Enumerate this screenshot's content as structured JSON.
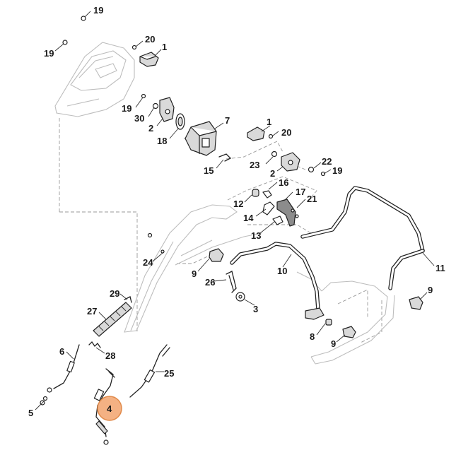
{
  "diagram": {
    "highlight_color": "#f4b183",
    "highlight_stroke": "#e08a4a",
    "callouts": [
      {
        "id": "c19a",
        "text": "19"
      },
      {
        "id": "c20a",
        "text": "20"
      },
      {
        "id": "c1a",
        "text": "1"
      },
      {
        "id": "c19b",
        "text": "19"
      },
      {
        "id": "c19c",
        "text": "19"
      },
      {
        "id": "c30",
        "text": "30"
      },
      {
        "id": "c2a",
        "text": "2"
      },
      {
        "id": "c18",
        "text": "18"
      },
      {
        "id": "c7",
        "text": "7"
      },
      {
        "id": "c15",
        "text": "15"
      },
      {
        "id": "c1b",
        "text": "1"
      },
      {
        "id": "c20b",
        "text": "20"
      },
      {
        "id": "c23",
        "text": "23"
      },
      {
        "id": "c2b",
        "text": "2"
      },
      {
        "id": "c22",
        "text": "22"
      },
      {
        "id": "c19d",
        "text": "19"
      },
      {
        "id": "c16",
        "text": "16"
      },
      {
        "id": "c17",
        "text": "17"
      },
      {
        "id": "c12",
        "text": "12"
      },
      {
        "id": "c21",
        "text": "21"
      },
      {
        "id": "c14",
        "text": "14"
      },
      {
        "id": "c13",
        "text": "13"
      },
      {
        "id": "c24",
        "text": "24"
      },
      {
        "id": "c9a",
        "text": "9"
      },
      {
        "id": "c10",
        "text": "10"
      },
      {
        "id": "c11",
        "text": "11"
      },
      {
        "id": "c26",
        "text": "26"
      },
      {
        "id": "c3",
        "text": "3"
      },
      {
        "id": "c29",
        "text": "29"
      },
      {
        "id": "c27",
        "text": "27"
      },
      {
        "id": "c9b",
        "text": "9"
      },
      {
        "id": "c8",
        "text": "8"
      },
      {
        "id": "c9c",
        "text": "9"
      },
      {
        "id": "c6",
        "text": "6"
      },
      {
        "id": "c28",
        "text": "28"
      },
      {
        "id": "c25",
        "text": "25"
      },
      {
        "id": "c5",
        "text": "5"
      },
      {
        "id": "c4",
        "text": "4"
      }
    ]
  }
}
